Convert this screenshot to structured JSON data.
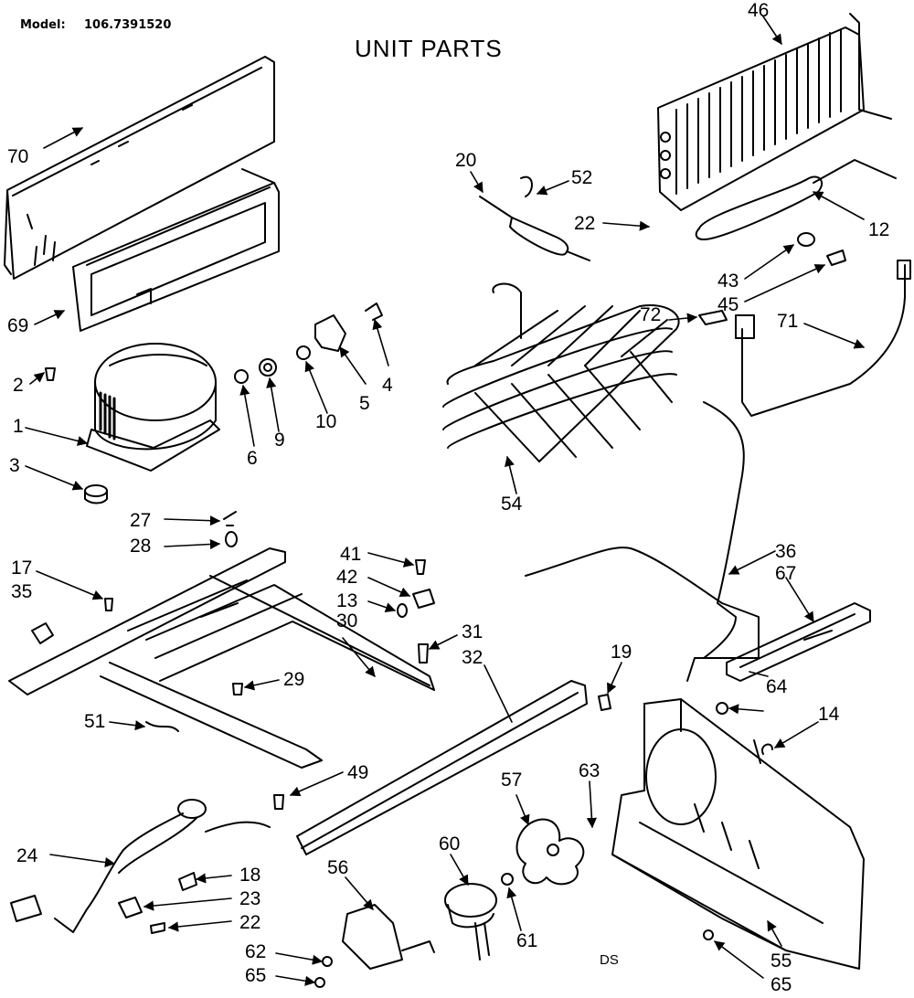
{
  "header": {
    "model_label": "Model:",
    "model_number": "106.7391520",
    "title": "UNIT PARTS"
  },
  "footer": {
    "code": "DS"
  },
  "callouts": [
    {
      "id": "70",
      "label": "70"
    },
    {
      "id": "69",
      "label": "69"
    },
    {
      "id": "2",
      "label": "2"
    },
    {
      "id": "1",
      "label": "1"
    },
    {
      "id": "3",
      "label": "3"
    },
    {
      "id": "6",
      "label": "6"
    },
    {
      "id": "9",
      "label": "9"
    },
    {
      "id": "10",
      "label": "10"
    },
    {
      "id": "5",
      "label": "5"
    },
    {
      "id": "4",
      "label": "4"
    },
    {
      "id": "46",
      "label": "46"
    },
    {
      "id": "20",
      "label": "20"
    },
    {
      "id": "52",
      "label": "52"
    },
    {
      "id": "22a",
      "label": "22"
    },
    {
      "id": "12",
      "label": "12"
    },
    {
      "id": "43",
      "label": "43"
    },
    {
      "id": "45",
      "label": "45"
    },
    {
      "id": "72",
      "label": "72"
    },
    {
      "id": "71",
      "label": "71"
    },
    {
      "id": "54",
      "label": "54"
    },
    {
      "id": "27",
      "label": "27"
    },
    {
      "id": "28",
      "label": "28"
    },
    {
      "id": "17",
      "label": "17"
    },
    {
      "id": "35",
      "label": "35"
    },
    {
      "id": "41",
      "label": "41"
    },
    {
      "id": "42",
      "label": "42"
    },
    {
      "id": "13",
      "label": "13"
    },
    {
      "id": "30",
      "label": "30"
    },
    {
      "id": "31",
      "label": "31"
    },
    {
      "id": "32",
      "label": "32"
    },
    {
      "id": "29",
      "label": "29"
    },
    {
      "id": "19",
      "label": "19"
    },
    {
      "id": "36",
      "label": "36"
    },
    {
      "id": "67",
      "label": "67"
    },
    {
      "id": "64",
      "label": "64"
    },
    {
      "id": "14",
      "label": "14"
    },
    {
      "id": "51",
      "label": "51"
    },
    {
      "id": "49",
      "label": "49"
    },
    {
      "id": "57",
      "label": "57"
    },
    {
      "id": "63",
      "label": "63"
    },
    {
      "id": "60",
      "label": "60"
    },
    {
      "id": "24",
      "label": "24"
    },
    {
      "id": "18",
      "label": "18"
    },
    {
      "id": "23",
      "label": "23"
    },
    {
      "id": "22b",
      "label": "22"
    },
    {
      "id": "56",
      "label": "56"
    },
    {
      "id": "61",
      "label": "61"
    },
    {
      "id": "62",
      "label": "62"
    },
    {
      "id": "65a",
      "label": "65"
    },
    {
      "id": "55",
      "label": "55"
    },
    {
      "id": "65b",
      "label": "65"
    }
  ]
}
